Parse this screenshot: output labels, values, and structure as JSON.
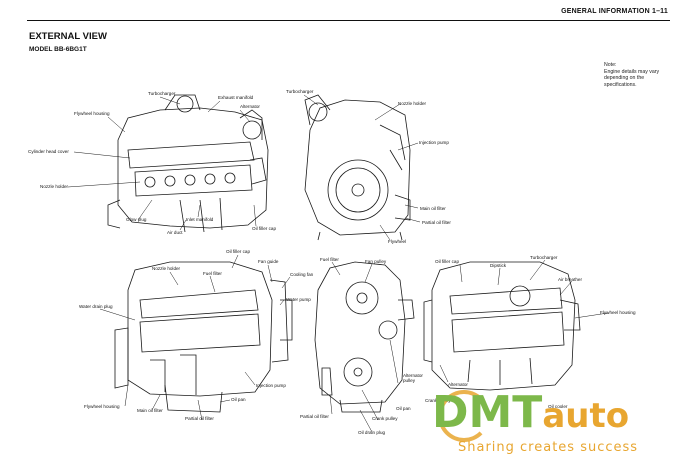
{
  "header": {
    "section": "GENERAL INFORMATION",
    "page_number": "1–11"
  },
  "title": "EXTERNAL VIEW",
  "model": "MODEL BB-6BG1T",
  "note": "Note:\nEngine details may vary depending on the specifications.",
  "labels": {
    "top_side": [
      "Turbocharger",
      "Exhaust manifold",
      "Alternator",
      "Flywheel housing",
      "Cylinder head cover",
      "Nozzle holder",
      "Glow plug",
      "Inlet manifold",
      "Air duct",
      "Oil filler cap"
    ],
    "top_front": [
      "Turbocharger",
      "Nozzle holder",
      "Injection pump",
      "Main oil filter",
      "Partial oil filter",
      "Flywheel"
    ],
    "bottom_left": [
      "Oil filler cap",
      "Nozzle holder",
      "Fuel filter",
      "Fan guide",
      "Cooling fan",
      "Water pump",
      "Water drain plug",
      "Injection pump",
      "Oil pan",
      "Flywheel housing",
      "Main oil filter",
      "Partial oil filter"
    ],
    "bottom_front": [
      "Fuel filter",
      "Fan pulley",
      "Alternator pulley",
      "Partial oil filter",
      "Crank pulley",
      "Oil drain plug",
      "Oil pan"
    ],
    "bottom_rear": [
      "Oil filler cap",
      "Dipstick",
      "Turbocharger",
      "Air breather",
      "Flywheel housing",
      "Alternator",
      "Crank pulley",
      "Oil cooler"
    ]
  },
  "watermark": {
    "brand_main": "DMT",
    "brand_suffix": "auto",
    "tagline": "Sharing creates success"
  }
}
